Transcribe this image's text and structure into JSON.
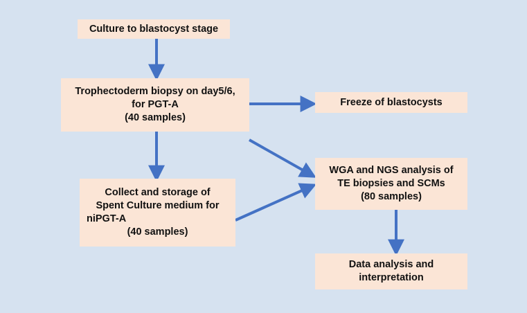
{
  "colors": {
    "background": "#d6e2f0",
    "box_fill": "#fbe5d6",
    "arrow": "#4472c4",
    "text": "#111111"
  },
  "nodes": {
    "culture": {
      "lines": [
        "Culture to blastocyst stage"
      ]
    },
    "biopsy": {
      "lines": [
        "Trophectoderm biopsy on day5/6,",
        "for PGT-A",
        "(40 samples)"
      ]
    },
    "freeze": {
      "lines": [
        "Freeze of blastocysts"
      ]
    },
    "collect": {
      "lines": [
        "Collect and storage of",
        "Spent Culture medium for",
        "niPGT-A",
        "(40 samples)"
      ]
    },
    "wga": {
      "lines": [
        "WGA and NGS analysis of",
        "TE biopsies and SCMs",
        "(80 samples)"
      ]
    },
    "data": {
      "lines": [
        "Data analysis and",
        "interpretation"
      ]
    }
  },
  "edges": [
    {
      "from": "culture",
      "to": "biopsy"
    },
    {
      "from": "biopsy",
      "to": "freeze"
    },
    {
      "from": "biopsy",
      "to": "collect"
    },
    {
      "from": "biopsy",
      "to": "wga"
    },
    {
      "from": "collect",
      "to": "wga"
    },
    {
      "from": "wga",
      "to": "data"
    }
  ]
}
